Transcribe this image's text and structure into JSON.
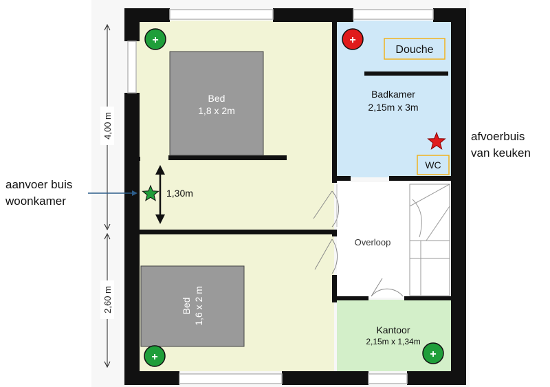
{
  "rooms": {
    "bed1": {
      "title": "Bed",
      "size": "1,8 x 2m"
    },
    "bed2": {
      "title": "Bed",
      "size": "1,6 x 2 m"
    },
    "bathroom": {
      "name": "Badkamer",
      "size": "2,15m x 3m",
      "shower": "Douche",
      "toilet": "WC"
    },
    "landing": {
      "name": "Overloop"
    },
    "office": {
      "name": "Kantoor",
      "size": "2,15m x 1,34m"
    }
  },
  "dimensions": {
    "upper": "4,00 m",
    "lower": "2,60 m",
    "hall": "1,30m"
  },
  "annotations": {
    "left": [
      "aanvoer buis",
      "woonkamer"
    ],
    "right": [
      "afvoerbuis",
      "van keuken"
    ]
  },
  "colors": {
    "wall": "#111111",
    "bedroom_floor": "#f2f4d6",
    "bathroom_floor": "#cfe8f8",
    "office_floor": "#d3efc9",
    "bed": "#9a9a9a",
    "marker_green": "#1f9e3a",
    "marker_red": "#e01b1b",
    "label_border": "#f0b21f",
    "pipe_arrow": "#2c5d8a"
  },
  "icons": [
    "plus-marker-icon",
    "star-icon",
    "arrow-icon"
  ]
}
